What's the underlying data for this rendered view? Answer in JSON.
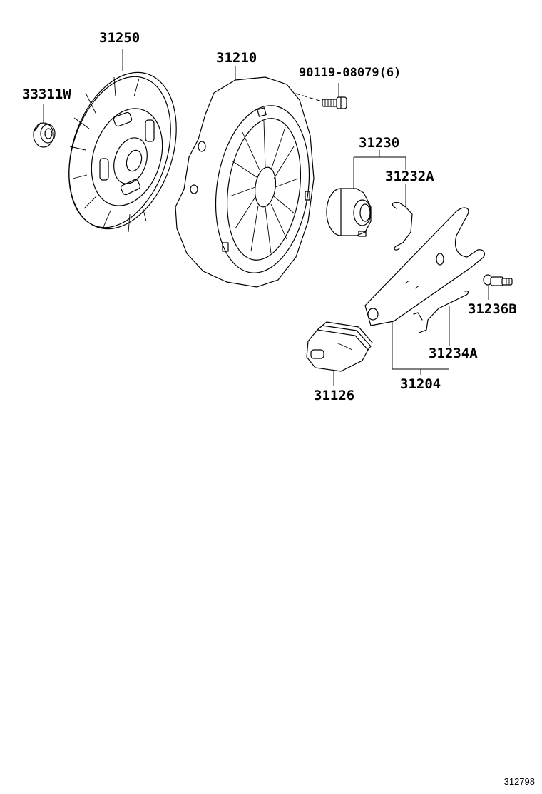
{
  "diagram": {
    "title": "Clutch assembly exploded parts diagram",
    "diagram_number": "312798",
    "parts": [
      {
        "id": "33311W",
        "label": "33311W",
        "description": "pilot bearing"
      },
      {
        "id": "31250",
        "label": "31250",
        "description": "clutch disc"
      },
      {
        "id": "31210",
        "label": "31210",
        "description": "clutch cover / pressure plate"
      },
      {
        "id": "90119-08079",
        "label": "90119-08079(6)",
        "description": "bolt",
        "quantity": 6
      },
      {
        "id": "31230",
        "label": "31230",
        "description": "release bearing assembly"
      },
      {
        "id": "31232A",
        "label": "31232A",
        "description": "release bearing clip"
      },
      {
        "id": "31236B",
        "label": "31236B",
        "description": "release fork support"
      },
      {
        "id": "31234A",
        "label": "31234A",
        "description": "release fork spring"
      },
      {
        "id": "31204",
        "label": "31204",
        "description": "release fork sub-assembly"
      },
      {
        "id": "31126",
        "label": "31126",
        "description": "release fork boot"
      }
    ]
  }
}
